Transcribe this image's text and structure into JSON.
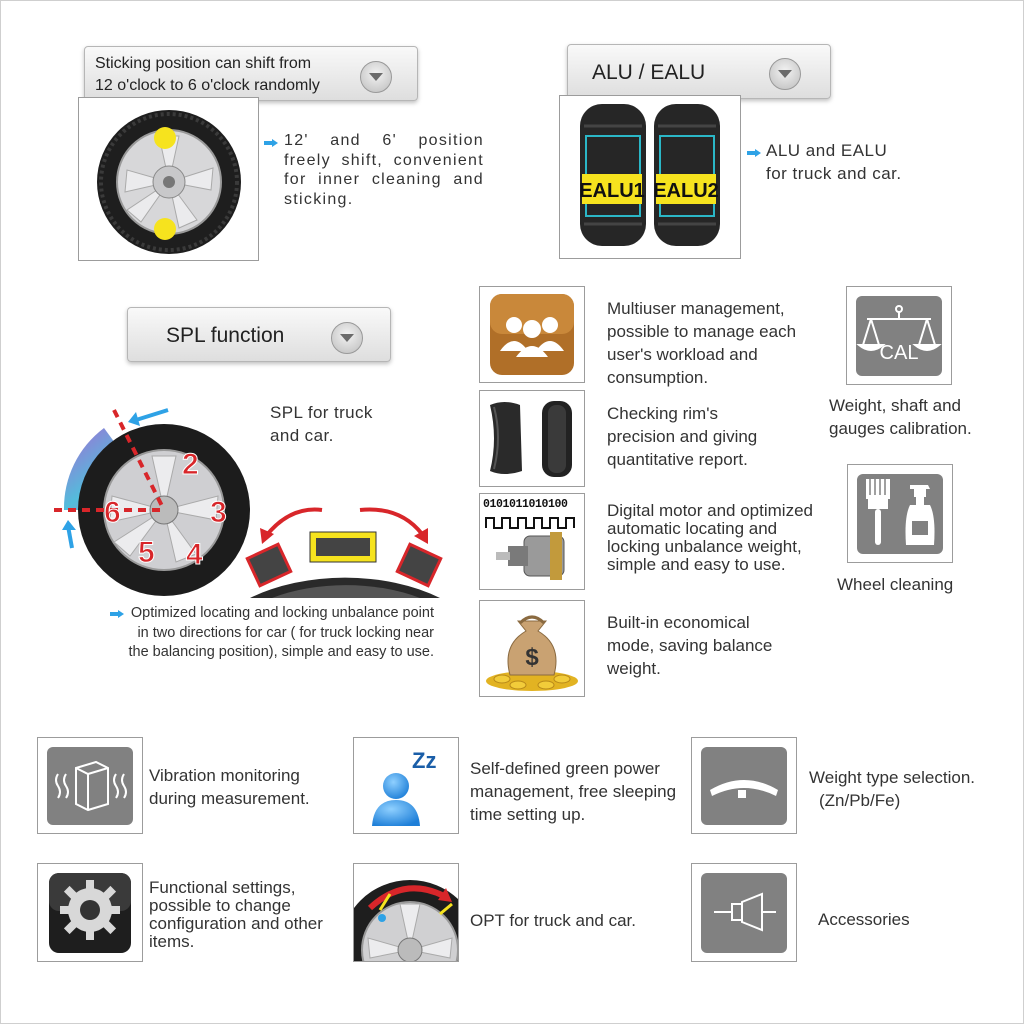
{
  "sticking": {
    "header_line1": "Sticking position can shift from",
    "header_line2": "12 o'clock to 6 o'clock randomly",
    "desc": "12' and 6' position freely shift, convenient for inner cleaning and sticking."
  },
  "alu": {
    "header": "ALU / EALU",
    "label1": "EALU1",
    "label2": "EALU2",
    "desc": "ALU and EALU for truck and car."
  },
  "spl": {
    "header": "SPL function",
    "desc": "SPL for truck and car.",
    "positions": [
      "2",
      "3",
      "4",
      "5",
      "6"
    ],
    "optimized": "Optimized locating and locking unbalance point in two directions for car ( for truck locking near the balancing position), simple and easy to use."
  },
  "features": {
    "multiuser": "Multiuser management, possible to manage each user's workload and consumption.",
    "rim": "Checking rim's precision and giving quantitative report.",
    "motor_binary": "0101011010100",
    "motor": "Digital motor and optimized automatic locating and locking unbalance weight, simple and easy to use.",
    "economical": "Built-in economical mode, saving balance weight.",
    "money_symbol": "$"
  },
  "side": {
    "cal_label": "CAL",
    "calibration": "Weight, shaft and gauges calibration.",
    "cleaning": "Wheel cleaning"
  },
  "bottom": {
    "vibration": "Vibration monitoring during measurement.",
    "sleep_glyph": "Zz",
    "green_power": "Self-defined green power management, free sleeping time setting up.",
    "weight_type_line1": "Weight type selection.",
    "weight_type_line2": "(Zn/Pb/Fe)",
    "functional": "Functional settings, possible to change configuration and other items.",
    "opt": "OPT for truck and car.",
    "accessories": "Accessories"
  },
  "colors": {
    "accent_blue": "#2ea2e6",
    "icon_gray": "#818181",
    "sticker_yellow": "#f6e31e",
    "spl_red": "#d8262a"
  }
}
